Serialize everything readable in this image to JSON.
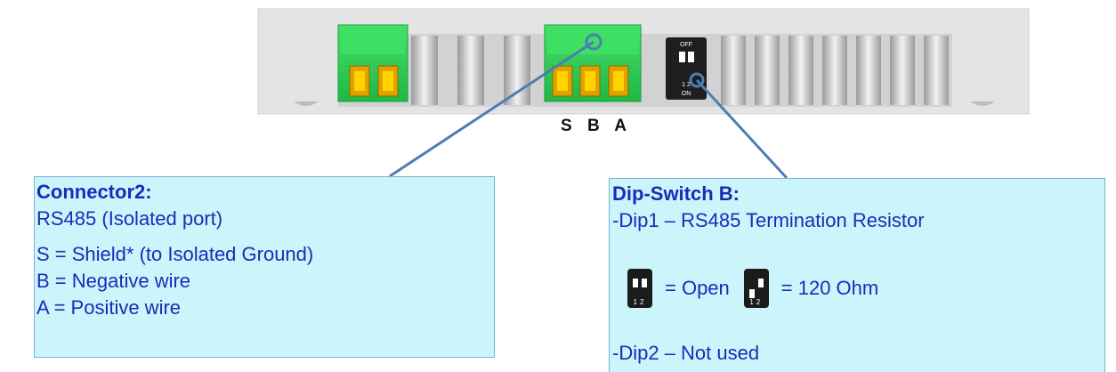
{
  "device": {
    "pin_labels": "S B A",
    "dip_off_label": "OFF",
    "dip_on_label": "ON",
    "dip_numbers": "1 2"
  },
  "connector_box": {
    "title": "Connector2:",
    "lines": [
      "RS485 (Isolated port)",
      "S = Shield* (to Isolated Ground)",
      "B = Negative wire",
      "A = Positive wire"
    ]
  },
  "dip_box": {
    "title": "Dip-Switch B:",
    "dip1": "-Dip1 – RS485 Termination Resistor",
    "open_label": "= Open",
    "ohm_label": "= 120 Ohm",
    "dip2": "-Dip2 – Not used"
  },
  "colors": {
    "box_fill": "#ccf5fb",
    "text": "#1a2bb8",
    "connector_green": "#2fd65a",
    "leader_line": "#4a7fb5"
  }
}
